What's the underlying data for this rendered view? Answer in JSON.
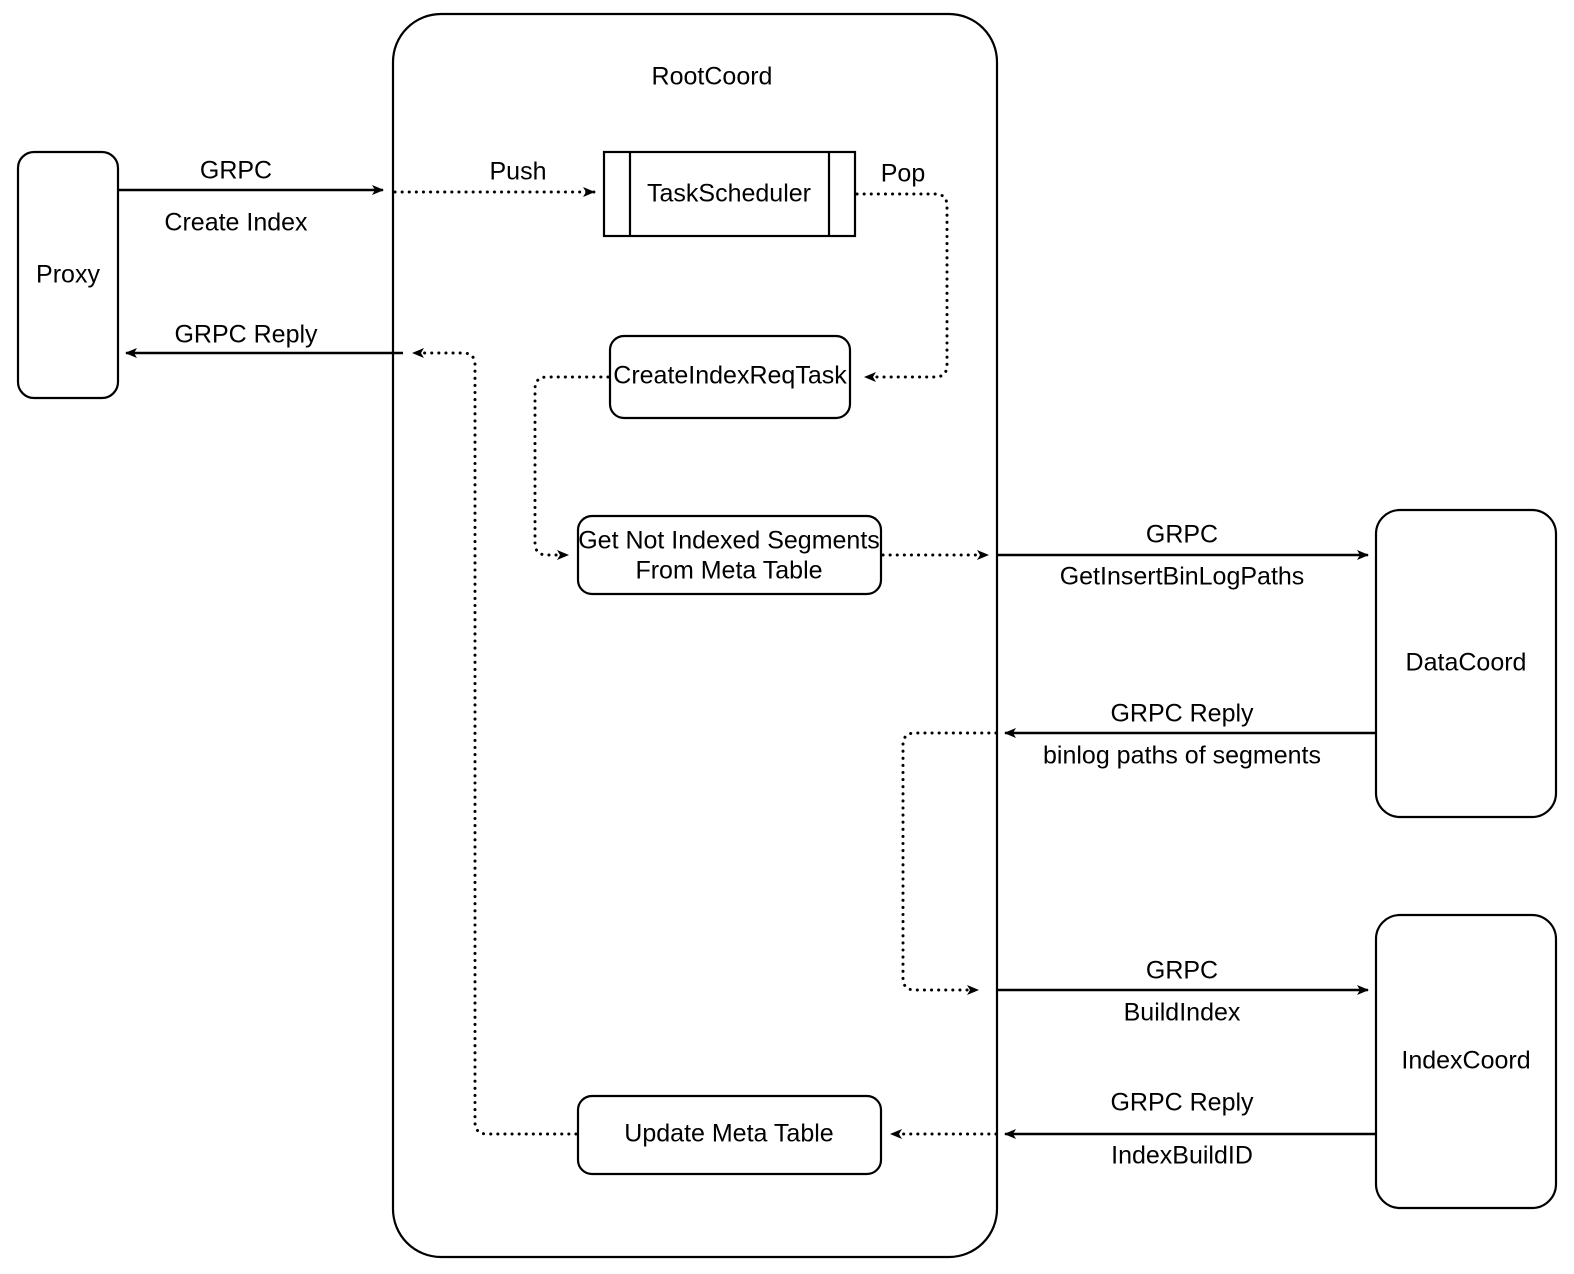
{
  "diagram": {
    "title": "RootCoord Create Index Flow",
    "type": "architecture-sequence-diagram",
    "background_color": "#ffffff",
    "line_color": "#000000"
  },
  "containers": [
    {
      "id": "rootcoord",
      "label": "RootCoord",
      "shape": "rounded-rect-large"
    }
  ],
  "nodes": [
    {
      "id": "proxy",
      "label": "Proxy",
      "shape": "rounded-rect"
    },
    {
      "id": "task_scheduler",
      "label": "TaskScheduler",
      "shape": "queue"
    },
    {
      "id": "create_index_req_task",
      "label": "CreateIndexReqTask",
      "shape": "rounded-rect"
    },
    {
      "id": "get_not_indexed_segments",
      "label_line1": "Get Not Indexed Segments",
      "label_line2": "From Meta Table",
      "shape": "rounded-rect"
    },
    {
      "id": "update_meta_table",
      "label": "Update Meta Table",
      "shape": "rounded-rect"
    },
    {
      "id": "datacoord",
      "label": "DataCoord",
      "shape": "rounded-rect"
    },
    {
      "id": "indexcoord",
      "label": "IndexCoord",
      "shape": "rounded-rect"
    }
  ],
  "edges": [
    {
      "id": "proxy-to-rootcoord",
      "label_line1": "GRPC",
      "label_line2": "Create Index",
      "style": "solid",
      "direction": "right"
    },
    {
      "id": "rootcoord-to-proxy",
      "label_line1": "GRPC Reply",
      "label_line2": "",
      "style": "solid",
      "direction": "left"
    },
    {
      "id": "push-to-scheduler",
      "label_line1": "Push",
      "label_line2": "",
      "style": "dotted",
      "direction": "right"
    },
    {
      "id": "pop-from-scheduler",
      "label_line1": "Pop",
      "label_line2": "",
      "style": "dotted",
      "direction": "left"
    },
    {
      "id": "task-to-getsegments",
      "label_line1": "",
      "label_line2": "",
      "style": "dotted",
      "direction": "right"
    },
    {
      "id": "getsegments-to-datacoord",
      "label_line1": "GRPC",
      "label_line2": "GetInsertBinLogPaths",
      "style": "solid",
      "direction": "right"
    },
    {
      "id": "datacoord-reply",
      "label_line1": "GRPC Reply",
      "label_line2": "binlog paths of segments",
      "style": "solid",
      "direction": "left"
    },
    {
      "id": "buildindex-to-indexcoord",
      "label_line1": "GRPC",
      "label_line2": "BuildIndex",
      "style": "solid",
      "direction": "right"
    },
    {
      "id": "indexcoord-reply",
      "label_line1": "GRPC Reply",
      "label_line2": "IndexBuildID",
      "style": "solid",
      "direction": "left"
    },
    {
      "id": "updatemeta-to-grpcreply",
      "label_line1": "",
      "label_line2": "",
      "style": "dotted",
      "direction": "left"
    }
  ],
  "labels": {
    "rootcoord": "RootCoord",
    "proxy": "Proxy",
    "task_scheduler": "TaskScheduler",
    "create_index_req_task": "CreateIndexReqTask",
    "get_not_indexed_segments_l1": "Get Not Indexed Segments",
    "get_not_indexed_segments_l2": "From Meta Table",
    "update_meta_table": "Update Meta Table",
    "datacoord": "DataCoord",
    "indexcoord": "IndexCoord",
    "grpc_1": "GRPC",
    "create_index": "Create Index",
    "grpc_reply_1": "GRPC Reply",
    "push": "Push",
    "pop": "Pop",
    "grpc_2": "GRPC",
    "get_insert_binlog_paths": "GetInsertBinLogPaths",
    "grpc_reply_2": "GRPC Reply",
    "binlog_paths_of_segments": "binlog paths of segments",
    "grpc_3": "GRPC",
    "build_index": "BuildIndex",
    "grpc_reply_3": "GRPC Reply",
    "index_build_id": "IndexBuildID"
  }
}
